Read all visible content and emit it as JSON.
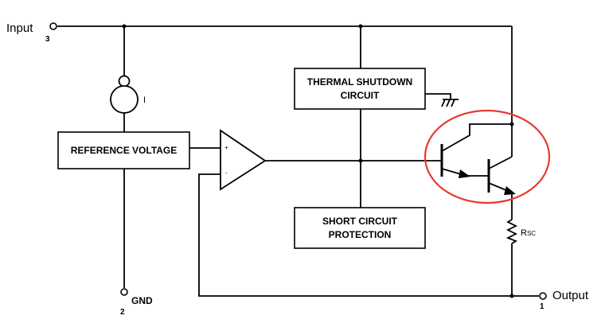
{
  "terminals": {
    "input": {
      "label": "Input",
      "pin": "3"
    },
    "gnd": {
      "label": "GND",
      "pin": "2"
    },
    "output": {
      "label": "Output",
      "pin": "1"
    }
  },
  "blocks": {
    "reference_voltage": "REFERENCE VOLTAGE",
    "thermal_shutdown": [
      "THERMAL SHUTDOWN",
      "CIRCUIT"
    ],
    "short_circuit": [
      "SHORT CIRCUIT",
      "PROTECTION"
    ]
  },
  "current_source_label": "I",
  "opamp": {
    "plus": "+",
    "minus": "-"
  },
  "resistor": {
    "main": "R",
    "sub": "SC"
  },
  "highlight_color": "#e8392f"
}
